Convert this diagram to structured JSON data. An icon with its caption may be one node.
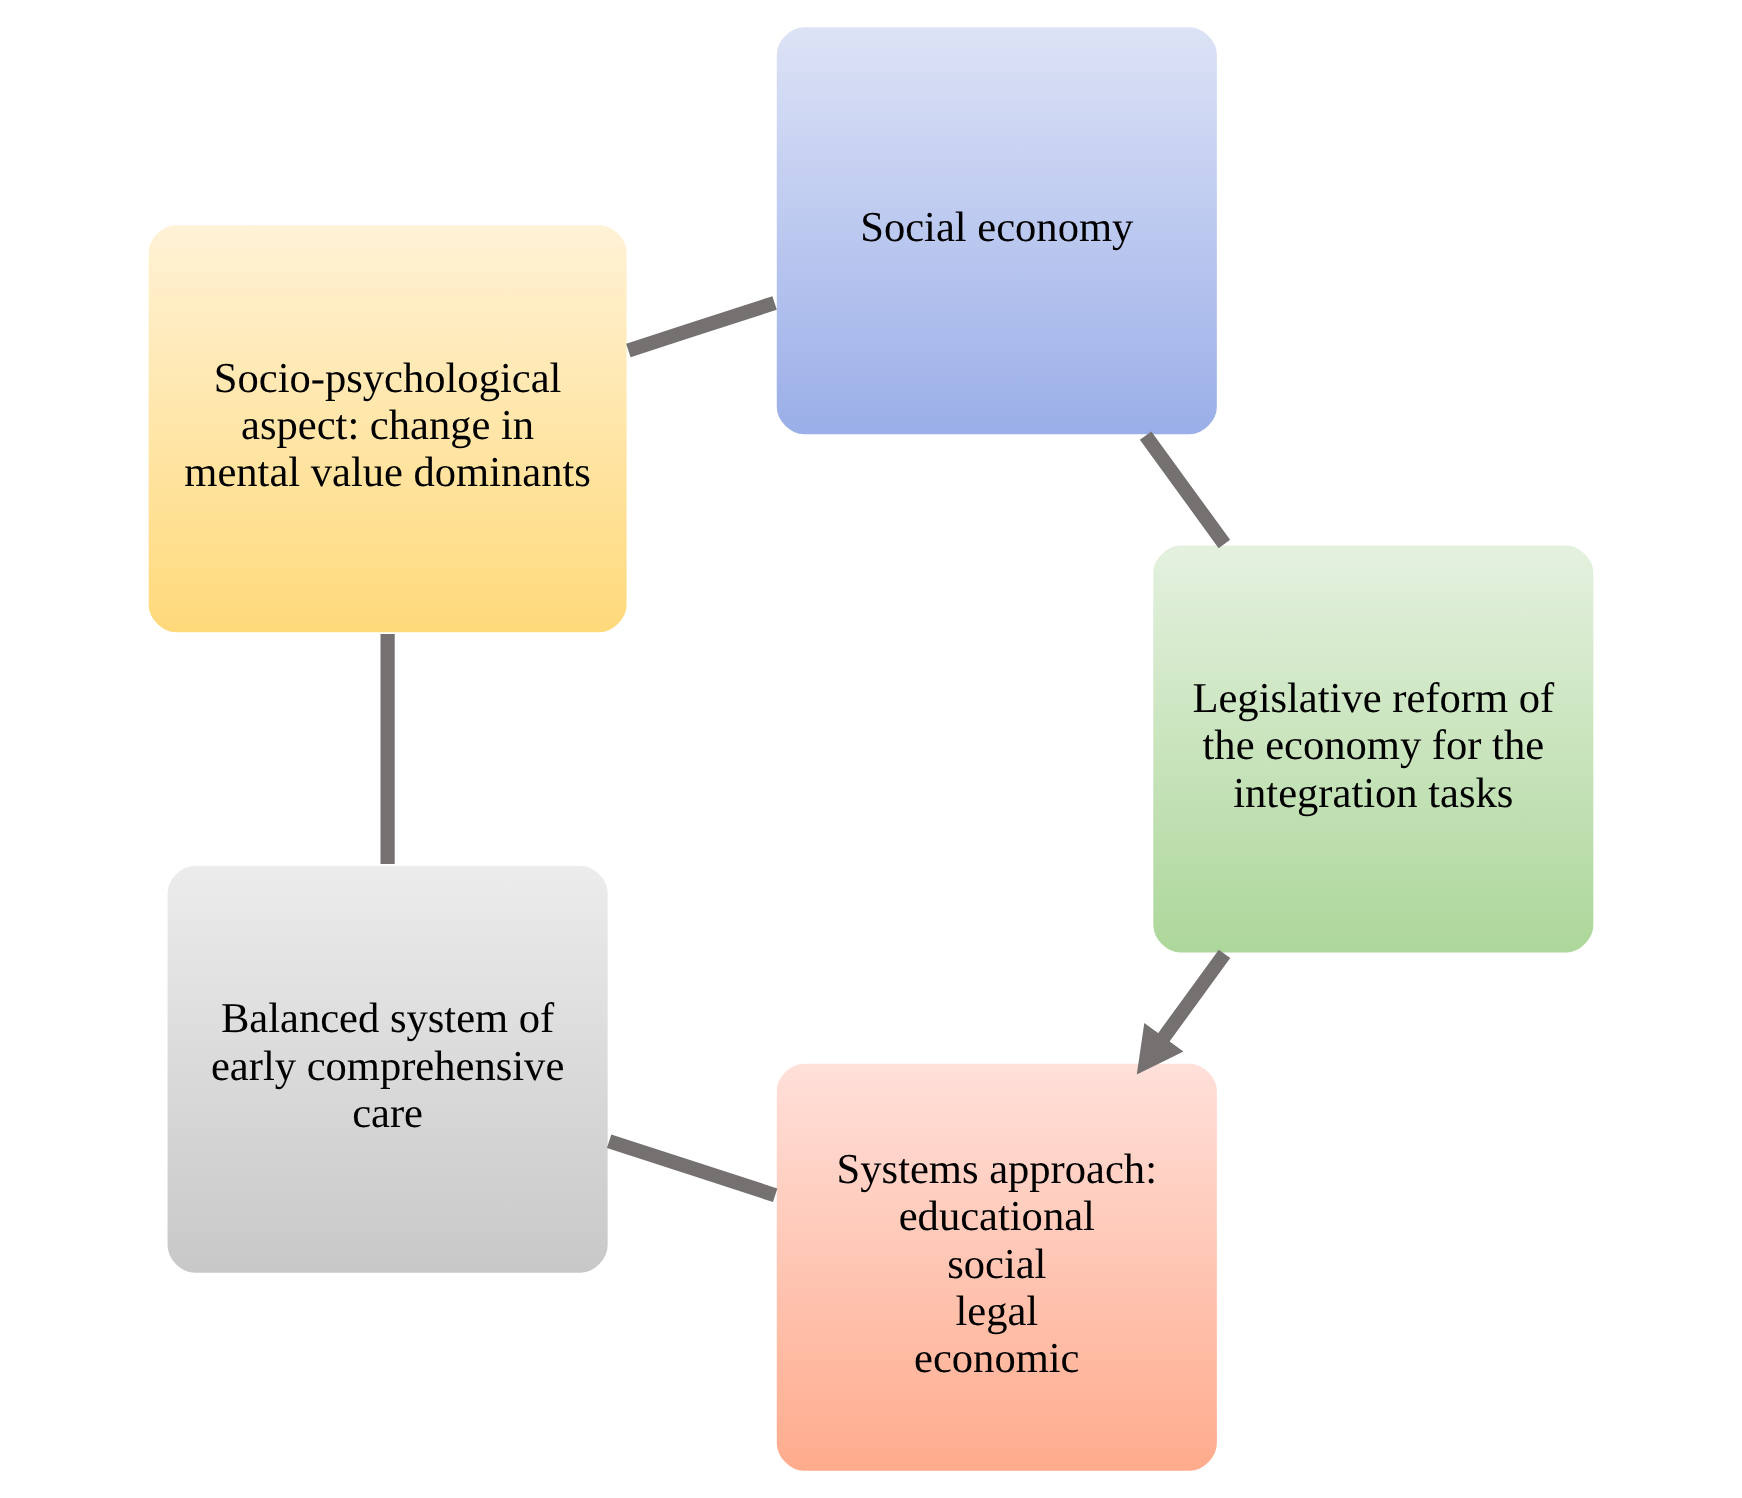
{
  "diagram": {
    "nodes": [
      {
        "text": [
          "Systems approach:",
          "educational",
          "social",
          "legal",
          "economic"
        ]
      },
      {
        "text": [
          "Balanced system of early comprehensive care"
        ]
      },
      {
        "text": [
          "Socio-psychological aspect: change in mental value dominants"
        ]
      },
      {
        "text": [
          "Social economy"
        ]
      },
      {
        "text": [
          "Legislative reform of the economy for the integration tasks"
        ]
      }
    ],
    "edges": [
      {
        "from": 0,
        "to": 1,
        "arrow": "none"
      },
      {
        "from": 1,
        "to": 2,
        "arrow": "none"
      },
      {
        "from": 2,
        "to": 3,
        "arrow": "none"
      },
      {
        "from": 3,
        "to": 4,
        "arrow": "none"
      },
      {
        "from": 4,
        "to": 0,
        "arrow": "to"
      }
    ]
  }
}
